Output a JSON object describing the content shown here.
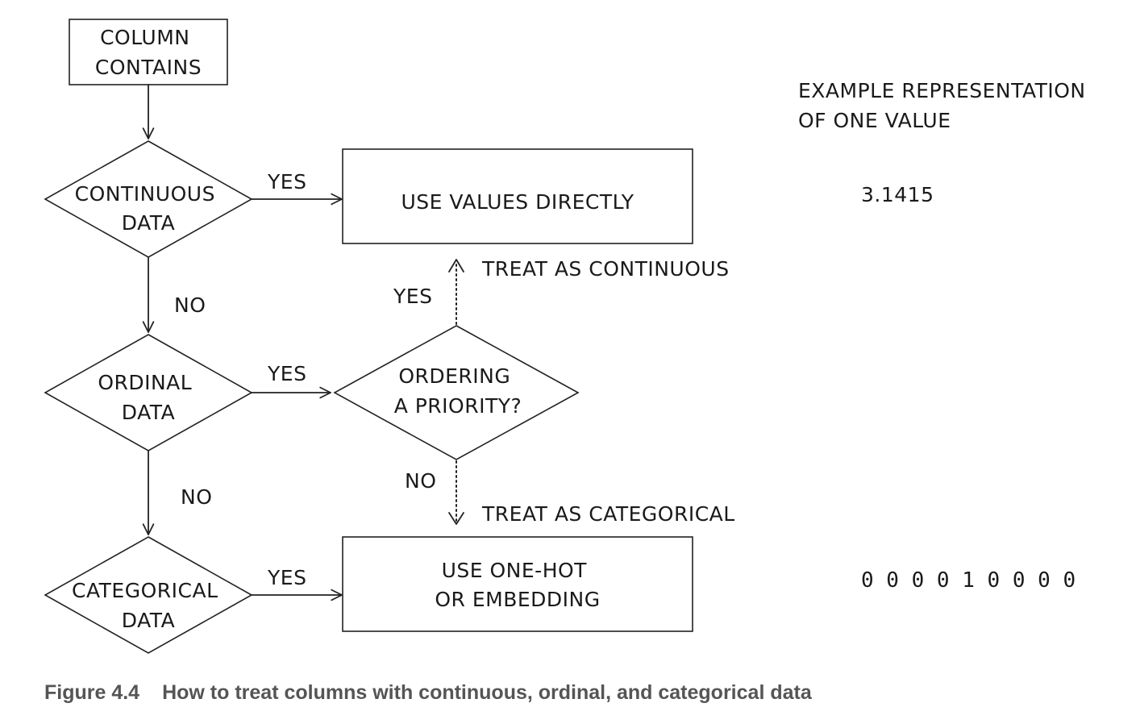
{
  "nodes": {
    "start": {
      "lines": [
        "COLUMN",
        "CONTAINS"
      ]
    },
    "continuous": {
      "lines": [
        "CONTINUOUS",
        "DATA"
      ]
    },
    "ordinal": {
      "lines": [
        "ORDINAL",
        "DATA"
      ]
    },
    "categorical": {
      "lines": [
        "CATEGORICAL",
        "DATA"
      ]
    },
    "ordering": {
      "lines": [
        "ORDERING",
        "A PRIORITY?"
      ]
    },
    "use_values": {
      "lines": [
        "USE VALUES DIRECTLY"
      ]
    },
    "use_onehot": {
      "lines": [
        "USE ONE-HOT",
        "OR EMBEDDING"
      ]
    }
  },
  "edge_labels": {
    "continuous_yes": "YES",
    "continuous_no": "NO",
    "ordinal_yes": "YES",
    "ordinal_no": "NO",
    "categorical_yes": "YES",
    "ordering_yes": "YES",
    "ordering_no": "NO",
    "treat_continuous": "TREAT AS CONTINUOUS",
    "treat_categorical": "TREAT AS CATEGORICAL"
  },
  "example": {
    "heading": [
      "EXAMPLE REPRESENTATION",
      "OF ONE VALUE"
    ],
    "continuous_value": "3.1415",
    "onehot_value": "0 0 0 0 1 0 0 0 0"
  },
  "caption": {
    "number": "Figure 4.4",
    "text": "How to treat columns with continuous, ordinal, and categorical data"
  }
}
